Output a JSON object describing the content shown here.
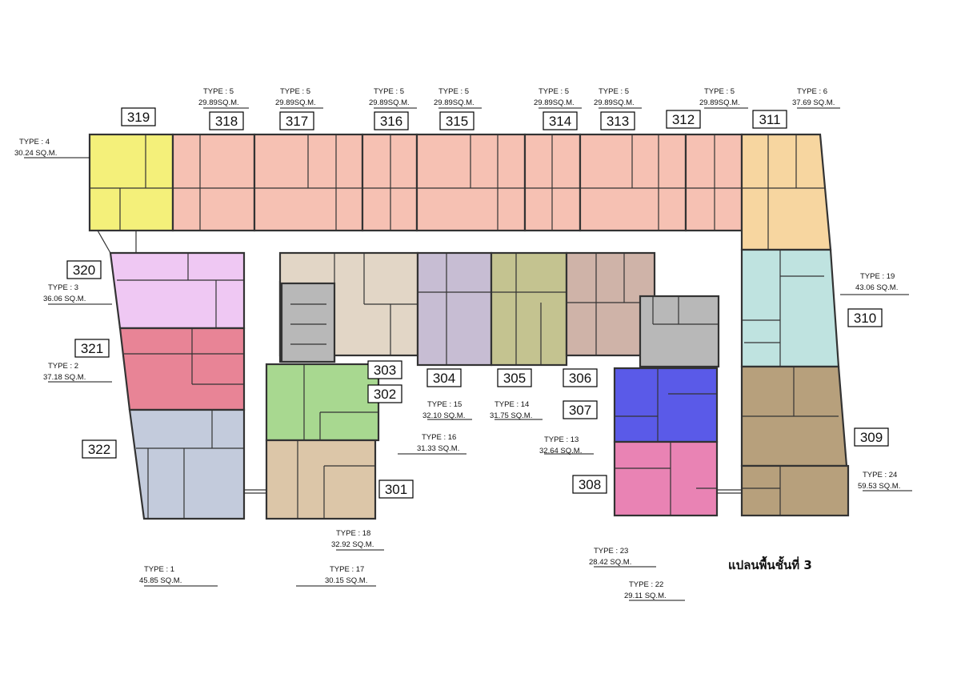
{
  "title": "แปลนพื้นชั้นที่ 3",
  "units": [
    {
      "id": "301",
      "number": "301",
      "type": "TYPE : 18",
      "area": "32.92 SQ.M.",
      "color": "#dcc6a8"
    },
    {
      "id": "302",
      "number": "302",
      "type": "TYPE : 16",
      "area": "31.33 SQ.M.",
      "color": "#a8d890"
    },
    {
      "id": "303",
      "number": "303",
      "type": "",
      "area": "",
      "color": "#e2d6c6"
    },
    {
      "id": "304",
      "number": "304",
      "type": "TYPE : 15",
      "area": "32.10 SQ.M.",
      "color": "#c7bdd3"
    },
    {
      "id": "305",
      "number": "305",
      "type": "TYPE : 14",
      "area": "31.75 SQ.M.",
      "color": "#c4c390"
    },
    {
      "id": "306",
      "number": "306",
      "type": "",
      "area": "",
      "color": "#cfb3a8"
    },
    {
      "id": "307",
      "number": "307",
      "type": "TYPE : 13",
      "area": "32.64 SQ.M.",
      "color": "#5a5ae8"
    },
    {
      "id": "308",
      "number": "308",
      "type": "TYPE : 23",
      "area": "28.42 SQ.M.",
      "color": "#e983b4"
    },
    {
      "id": "308b",
      "number": "",
      "type": "TYPE : 22",
      "area": "29.11 SQ.M.",
      "color": "#e983b4"
    },
    {
      "id": "309",
      "number": "309",
      "type": "TYPE : 24",
      "area": "59.53 SQ.M.",
      "color": "#b7a07c"
    },
    {
      "id": "310",
      "number": "310",
      "type": "TYPE : 19",
      "area": "43.06 SQ.M.",
      "color": "#bfe3e0"
    },
    {
      "id": "311",
      "number": "311",
      "type": "TYPE : 6",
      "area": "37.69 SQ.M.",
      "color": "#f7d6a0"
    },
    {
      "id": "312",
      "number": "312",
      "type": "TYPE : 5",
      "area": "29.89SQ.M.",
      "color": "#f6c1b3"
    },
    {
      "id": "313",
      "number": "313",
      "type": "TYPE : 5",
      "area": "29.89SQ.M.",
      "color": "#f6c1b3"
    },
    {
      "id": "314",
      "number": "314",
      "type": "TYPE : 5",
      "area": "29.89SQ.M.",
      "color": "#f6c1b3"
    },
    {
      "id": "315",
      "number": "315",
      "type": "TYPE : 5",
      "area": "29.89SQ.M.",
      "color": "#f6c1b3"
    },
    {
      "id": "316",
      "number": "316",
      "type": "TYPE : 5",
      "area": "29.89SQ.M.",
      "color": "#f6c1b3"
    },
    {
      "id": "317",
      "number": "317",
      "type": "TYPE : 5",
      "area": "29.89SQ.M.",
      "color": "#f6c1b3"
    },
    {
      "id": "318",
      "number": "318",
      "type": "TYPE : 5",
      "area": "29.89SQ.M.",
      "color": "#f6c1b3"
    },
    {
      "id": "319",
      "number": "319",
      "type": "TYPE : 4",
      "area": "30.24 SQ.M.",
      "color": "#f4f07a"
    },
    {
      "id": "320",
      "number": "320",
      "type": "TYPE : 3",
      "area": "36.06 SQ.M.",
      "color": "#efc8f3"
    },
    {
      "id": "321",
      "number": "321",
      "type": "TYPE : 2",
      "area": "37.18 SQ.M.",
      "color": "#e88496"
    },
    {
      "id": "322",
      "number": "322",
      "type": "TYPE : 1",
      "area": "45.85 SQ.M.",
      "color": "#c3cbdc"
    },
    {
      "id": "301b",
      "number": "",
      "type": "TYPE : 17",
      "area": "30.15 SQ.M.",
      "color": "#d7bea3"
    }
  ],
  "colors": {
    "stair": "#b8b8b8",
    "line": "#333333"
  }
}
